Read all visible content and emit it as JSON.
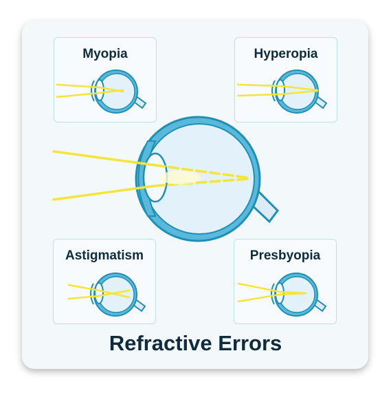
{
  "diagram": {
    "title": "Refractive Errors",
    "panels": [
      {
        "id": "myopia",
        "label": "Myopia"
      },
      {
        "id": "hyperopia",
        "label": "Hyperopia"
      },
      {
        "id": "astigmatism",
        "label": "Astigmatism"
      },
      {
        "id": "presbyopia",
        "label": "Presbyopia"
      }
    ]
  },
  "colors": {
    "eye_outline": "#1f8fb2",
    "eye_fill": "#e3f1fb",
    "lens": "#f2f8fc",
    "light_ray": "#f5e53a",
    "text": "#102b3c"
  }
}
